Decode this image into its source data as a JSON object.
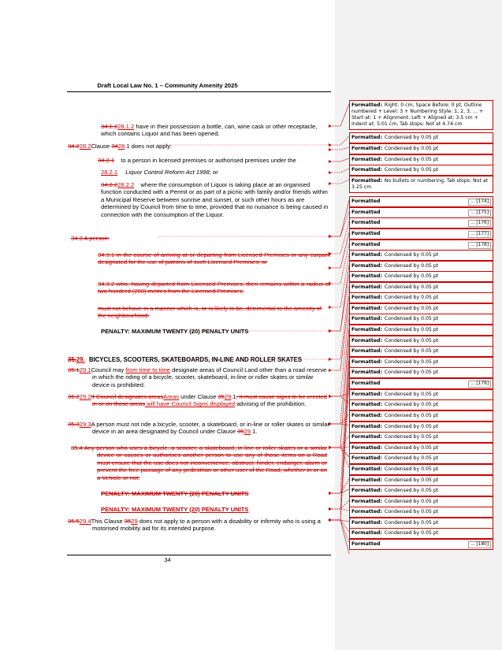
{
  "header": "Draft Local Law No. 1 – Community Amenity 2025",
  "page_number": "34",
  "paragraphs": {
    "p1": {
      "del1": "34.1.2",
      "ins1": "28.1.2",
      "text": "have in their possession a bottle, can, wine cask or other receptacle, which contains Liquor and has been opened."
    },
    "p2": {
      "del1": "34.2",
      "ins1": "28.2",
      "a": "Clause ",
      "del2": "34",
      "ins2": "28",
      "b": ".1 does not apply:"
    },
    "p3": {
      "del1": "34.2.1",
      "text": "to a person in licensed premises or authorised premises under the"
    },
    "p4": {
      "ins1": "28.2.1",
      "text": "Liquor Control Reform Act 1998",
      "tail": "; or"
    },
    "p5": {
      "del1": "34.2.2",
      "ins1": "28.2.2",
      "text": "where the consumption of Liquor is taking place at an organised function conducted with a Permit or as part of a picnic with family and/or friends within a Municipal Reserve between sunrise and sunset, or such other hours as are determined by Council from time to time, provided that no nuisance is being caused in connection with the consumption of the Liquor."
    },
    "p6": {
      "del": "34.3 A person:"
    },
    "p7": {
      "del": "34.3.1 in the course of arriving at or departing from Licensed Premises or any carpark designated for the use of patrons of such Licensed Premises; or"
    },
    "p8": {
      "del": "34.3.2 who, having departed from Licensed Premises, then remains within a radius of two hundred (200) metres from the Licensed Premises,"
    },
    "p9": {
      "del": "must not behave in a manner which is, or is likely to be, detrimental to the amenity of the neighbourhood."
    },
    "p10": {
      "text": "PENALTY: MAXIMUM TWENTY (20) PENALTY UNITS"
    },
    "p11": {
      "del1": "35.",
      "ins1": "29.",
      "text": "BICYCLES, SCOOTERS, SKATEBOARDS, IN-LINE AND ROLLER SKATES"
    },
    "p12": {
      "del1": "35.1",
      "ins1": "29.1",
      "a": "Council may ",
      "ins2": "from time to time",
      "b": " designate areas of Council Land other than a road reserve in which the riding of a bicycle, scooter, skateboard, in-line or roller skates or similar device is prohibited."
    },
    "p13": {
      "del1": "35.2",
      "ins1": "29.2",
      "del2": "If Council designates areas",
      "ins2": "Areas",
      "a": " under Clause ",
      "del3": "35",
      "ins3": "29",
      "b": ".1",
      "del4": ", it must cause signs to be erected in or on those areas",
      "ins4": " will have Council Signs displayed",
      "c": " advising of the prohibition."
    },
    "p14": {
      "del1": "35.3",
      "ins1": "29.3",
      "a": "A person must not ride a bicycle, scooter, a skateboard, or in-line or roller skates or similar device in an area designated by Council under Clause ",
      "del2": "35",
      "ins2": "29",
      "b": ".1."
    },
    "p15": {
      "del": "35.4 Any person who uses a bicycle, a scooter, a skateboard, in-line or roller skates or a similar device or causes or authorises another person to use any of those items on a Road must ensure that the use does not inconvenience, obstruct, hinder, endanger, alarm or prevent the free passage of any pedestrian or other user of the Road, whether in or on a Vehicle or not."
    },
    "p16": {
      "del": "PENALTY: MAXIMUM TWENTY (20) PENALTY UNITS"
    },
    "p17": {
      "ins": "PENALTY: MAXIMUM TWENTY (20) PENALTY UNITS"
    },
    "p18": {
      "del1": "35.5",
      "ins1": "29.4",
      "a": "This Clause ",
      "del2": "35",
      "ins2": "29",
      "b": " does not apply to a person with a disability or infirmity who is using a motorised mobility aid for its intended purpose."
    }
  },
  "balloons": [
    {
      "label": "Formatted:",
      "text": "Right: 0 cm, Space Before: 0 pt, Outline numbered + Level: 3 + Numbering Style: 1, 2, 3, … + Start at: 1 + Alignment: Left + Aligned at: 3.5 cm + Indent at: 5.01 cm, Tab stops: Not at 4.74 cm",
      "more": ""
    },
    {
      "label": "Formatted:",
      "text": "Condensed by 0.05 pt",
      "more": ""
    },
    {
      "label": "Formatted:",
      "text": "Condensed by 0.05 pt",
      "more": ""
    },
    {
      "label": "Formatted:",
      "text": "Condensed by 0.05 pt",
      "more": ""
    },
    {
      "label": "Formatted:",
      "text": "Condensed by 0.05 pt",
      "more": ""
    },
    {
      "label": "Formatted:",
      "text": "No bullets or numbering, Tab stops: Not at 3.25 cm",
      "more": ""
    },
    {
      "label": "Formatted",
      "text": "",
      "more": "... [174]"
    },
    {
      "label": "Formatted",
      "text": "",
      "more": "... [175]"
    },
    {
      "label": "Formatted",
      "text": "",
      "more": "... [176]"
    },
    {
      "label": "Formatted",
      "text": "",
      "more": "... [177]"
    },
    {
      "label": "Formatted",
      "text": "",
      "more": "... [178]"
    },
    {
      "label": "Formatted:",
      "text": "Condensed by 0.05 pt",
      "more": ""
    },
    {
      "label": "Formatted:",
      "text": "Condensed by 0.05 pt",
      "more": ""
    },
    {
      "label": "Formatted:",
      "text": "Condensed by 0.05 pt",
      "more": ""
    },
    {
      "label": "Formatted:",
      "text": "Condensed by 0.05 pt",
      "more": ""
    },
    {
      "label": "Formatted:",
      "text": "Condensed by 0.05 pt",
      "more": ""
    },
    {
      "label": "Formatted:",
      "text": "Condensed by 0.05 pt",
      "more": ""
    },
    {
      "label": "Formatted:",
      "text": "Condensed by 0.05 pt",
      "more": ""
    },
    {
      "label": "Formatted:",
      "text": "Condensed by 0.05 pt",
      "more": ""
    },
    {
      "label": "Formatted:",
      "text": "Condensed by 0.05 pt",
      "more": ""
    },
    {
      "label": "Formatted:",
      "text": "Condensed by 0.05 pt",
      "more": ""
    },
    {
      "label": "Formatted:",
      "text": "Condensed by 0.05 pt",
      "more": ""
    },
    {
      "label": "Formatted:",
      "text": "Condensed by 0.05 pt",
      "more": ""
    },
    {
      "label": "Formatted",
      "text": "",
      "more": "... [179]"
    },
    {
      "label": "Formatted:",
      "text": "Condensed by 0.05 pt",
      "more": ""
    },
    {
      "label": "Formatted:",
      "text": "Condensed by 0.05 pt",
      "more": ""
    },
    {
      "label": "Formatted:",
      "text": "Condensed by 0.05 pt",
      "more": ""
    },
    {
      "label": "Formatted:",
      "text": "Condensed by 0.05 pt",
      "more": ""
    },
    {
      "label": "Formatted:",
      "text": "Condensed by 0.05 pt",
      "more": ""
    },
    {
      "label": "Formatted:",
      "text": "Condensed by 0.05 pt",
      "more": ""
    },
    {
      "label": "Formatted:",
      "text": "Condensed by 0.05 pt",
      "more": ""
    },
    {
      "label": "Formatted:",
      "text": "Condensed by 0.05 pt",
      "more": ""
    },
    {
      "label": "Formatted:",
      "text": "Condensed by 0.05 pt",
      "more": ""
    },
    {
      "label": "Formatted:",
      "text": "Condensed by 0.05 pt",
      "more": ""
    },
    {
      "label": "Formatted:",
      "text": "Condensed by 0.05 pt",
      "more": ""
    },
    {
      "label": "Formatted:",
      "text": "Condensed by 0.05 pt",
      "more": ""
    },
    {
      "label": "Formatted:",
      "text": "Condensed by 0.05 pt",
      "more": ""
    },
    {
      "label": "Formatted:",
      "text": "Condensed by 0.05 pt",
      "more": ""
    },
    {
      "label": "Formatted",
      "text": "",
      "more": "... [180]"
    }
  ]
}
